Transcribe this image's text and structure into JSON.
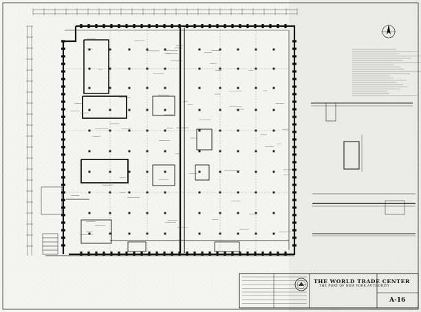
{
  "title_block": {
    "project": "THE WORLD TRADE CENTER",
    "owner": "THE PORT OF NEW YORK AUTHORITY",
    "sheet_number": "A-16"
  },
  "colors": {
    "paper": "#f4f4f2",
    "ink": "#1a1a1a"
  },
  "icons": [
    "north-arrow-icon",
    "port-authority-seal-icon"
  ]
}
